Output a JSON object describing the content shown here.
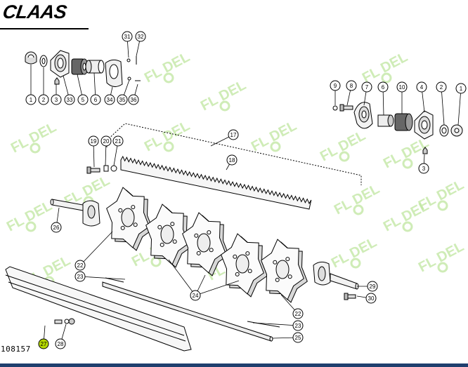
{
  "header": {
    "brand": "CLAAS"
  },
  "footer": {
    "drawing_number": "108157"
  },
  "watermark": {
    "text": "FL  DEL",
    "color": "#bfe59f"
  },
  "callout_color": "#000000",
  "highlight_color": "#b6d900",
  "callouts": [
    {
      "label": "31"
    },
    {
      "label": "32"
    },
    {
      "label": "1"
    },
    {
      "label": "2"
    },
    {
      "label": "3"
    },
    {
      "label": "33"
    },
    {
      "label": "5"
    },
    {
      "label": "6"
    },
    {
      "label": "34"
    },
    {
      "label": "35"
    },
    {
      "label": "36"
    },
    {
      "label": "9"
    },
    {
      "label": "8"
    },
    {
      "label": "7"
    },
    {
      "label": "6"
    },
    {
      "label": "10"
    },
    {
      "label": "4"
    },
    {
      "label": "2"
    },
    {
      "label": "1"
    },
    {
      "label": "3"
    },
    {
      "label": "17"
    },
    {
      "label": "18"
    },
    {
      "label": "19"
    },
    {
      "label": "20"
    },
    {
      "label": "21"
    },
    {
      "label": "26"
    },
    {
      "label": "22"
    },
    {
      "label": "23"
    },
    {
      "label": "24"
    },
    {
      "label": "22"
    },
    {
      "label": "29"
    },
    {
      "label": "30"
    },
    {
      "label": "23"
    },
    {
      "label": "25"
    },
    {
      "label": "27"
    },
    {
      "label": "28"
    }
  ]
}
